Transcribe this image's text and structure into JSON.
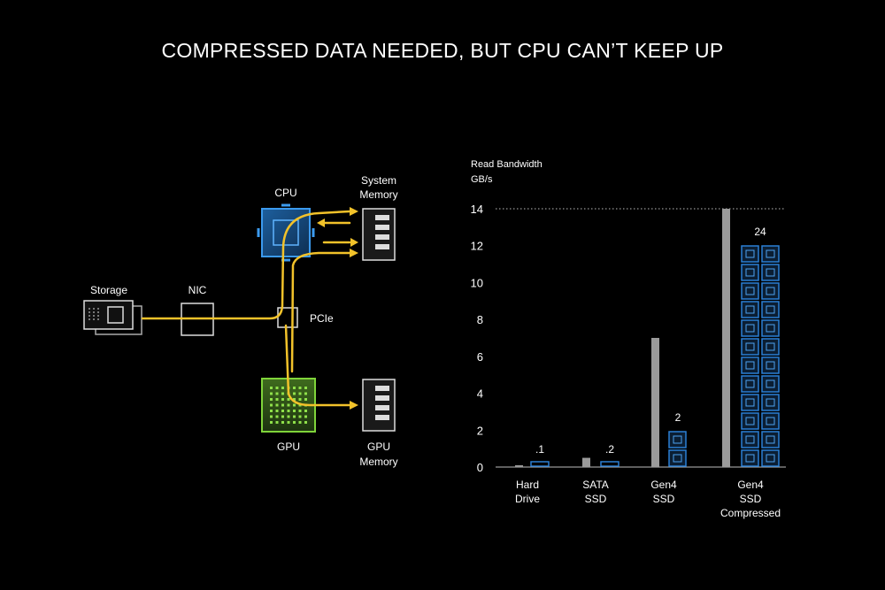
{
  "title": "COMPRESSED DATA NEEDED, BUT CPU CAN’T KEEP UP",
  "diagram": {
    "storage": "Storage",
    "nic": "NIC",
    "pcie": "PCIe",
    "cpu": "CPU",
    "system_memory": [
      "System",
      "Memory"
    ],
    "gpu": "GPU",
    "gpu_memory": [
      "GPU",
      "Memory"
    ]
  },
  "chart_data": {
    "type": "bar",
    "ylabel": [
      "Read Bandwidth",
      "GB/s"
    ],
    "ylim": [
      0,
      14
    ],
    "yticks": [
      0,
      2,
      4,
      6,
      8,
      10,
      12,
      14
    ],
    "grid": "dotted line at 14",
    "categories": [
      [
        "Hard",
        "Drive"
      ],
      [
        "SATA",
        "SSD"
      ],
      [
        "Gen4",
        "SSD"
      ],
      [
        "Gen4",
        "SSD",
        "Compressed"
      ]
    ],
    "series": [
      {
        "values": [
          0.1,
          0.5,
          7,
          14
        ],
        "color": "#9a9a9a"
      },
      {
        "values": [
          0.1,
          0.2,
          2,
          24
        ],
        "labels": [
          ".1",
          ".2",
          "2",
          "24"
        ],
        "color": "#2a7fd4"
      }
    ],
    "cpu_core_columns": [
      1,
      1,
      1,
      2
    ]
  },
  "colors": {
    "path": "#f2c22a",
    "cpu": "#2a7fd4",
    "gpu": "#6fbf2a",
    "axis": "#bbbbbb"
  }
}
